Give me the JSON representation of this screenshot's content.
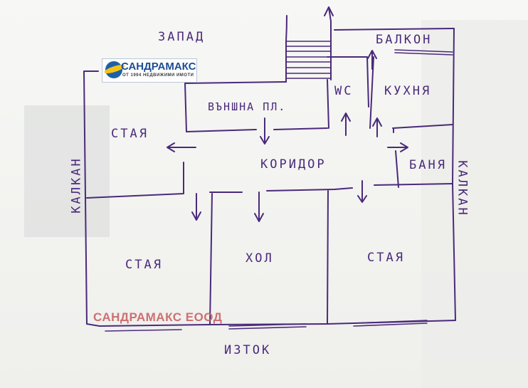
{
  "plan": {
    "directions": {
      "north_west_label": "ЗАПАД",
      "east_label": "ИЗТОК"
    },
    "side_labels": {
      "left": "КАЛКАН",
      "right": "КАЛКАН"
    },
    "rooms": {
      "balcony": "БАЛКОН",
      "wc": "WC",
      "kitchen": "КУХНЯ",
      "external_space": "ВЪНШНА ПЛ.",
      "room_top_left": "СТАЯ",
      "corridor": "КОРИДОР",
      "bathroom": "БАНЯ",
      "room_bottom_left": "СТАЯ",
      "hall": "ХОЛ",
      "room_bottom_right": "СТАЯ"
    }
  },
  "branding": {
    "logo_name": "САНДРАМАКС",
    "logo_tagline": "ОТ 1994 НЕДВИЖИМИ ИМОТИ",
    "watermark": "САНДРАМАКС ЕООД"
  },
  "colors": {
    "ink": "#4a2a7a",
    "watermark": "#c86464",
    "logo_blue": "#1c4d94",
    "logo_yellow": "#f2c418"
  }
}
